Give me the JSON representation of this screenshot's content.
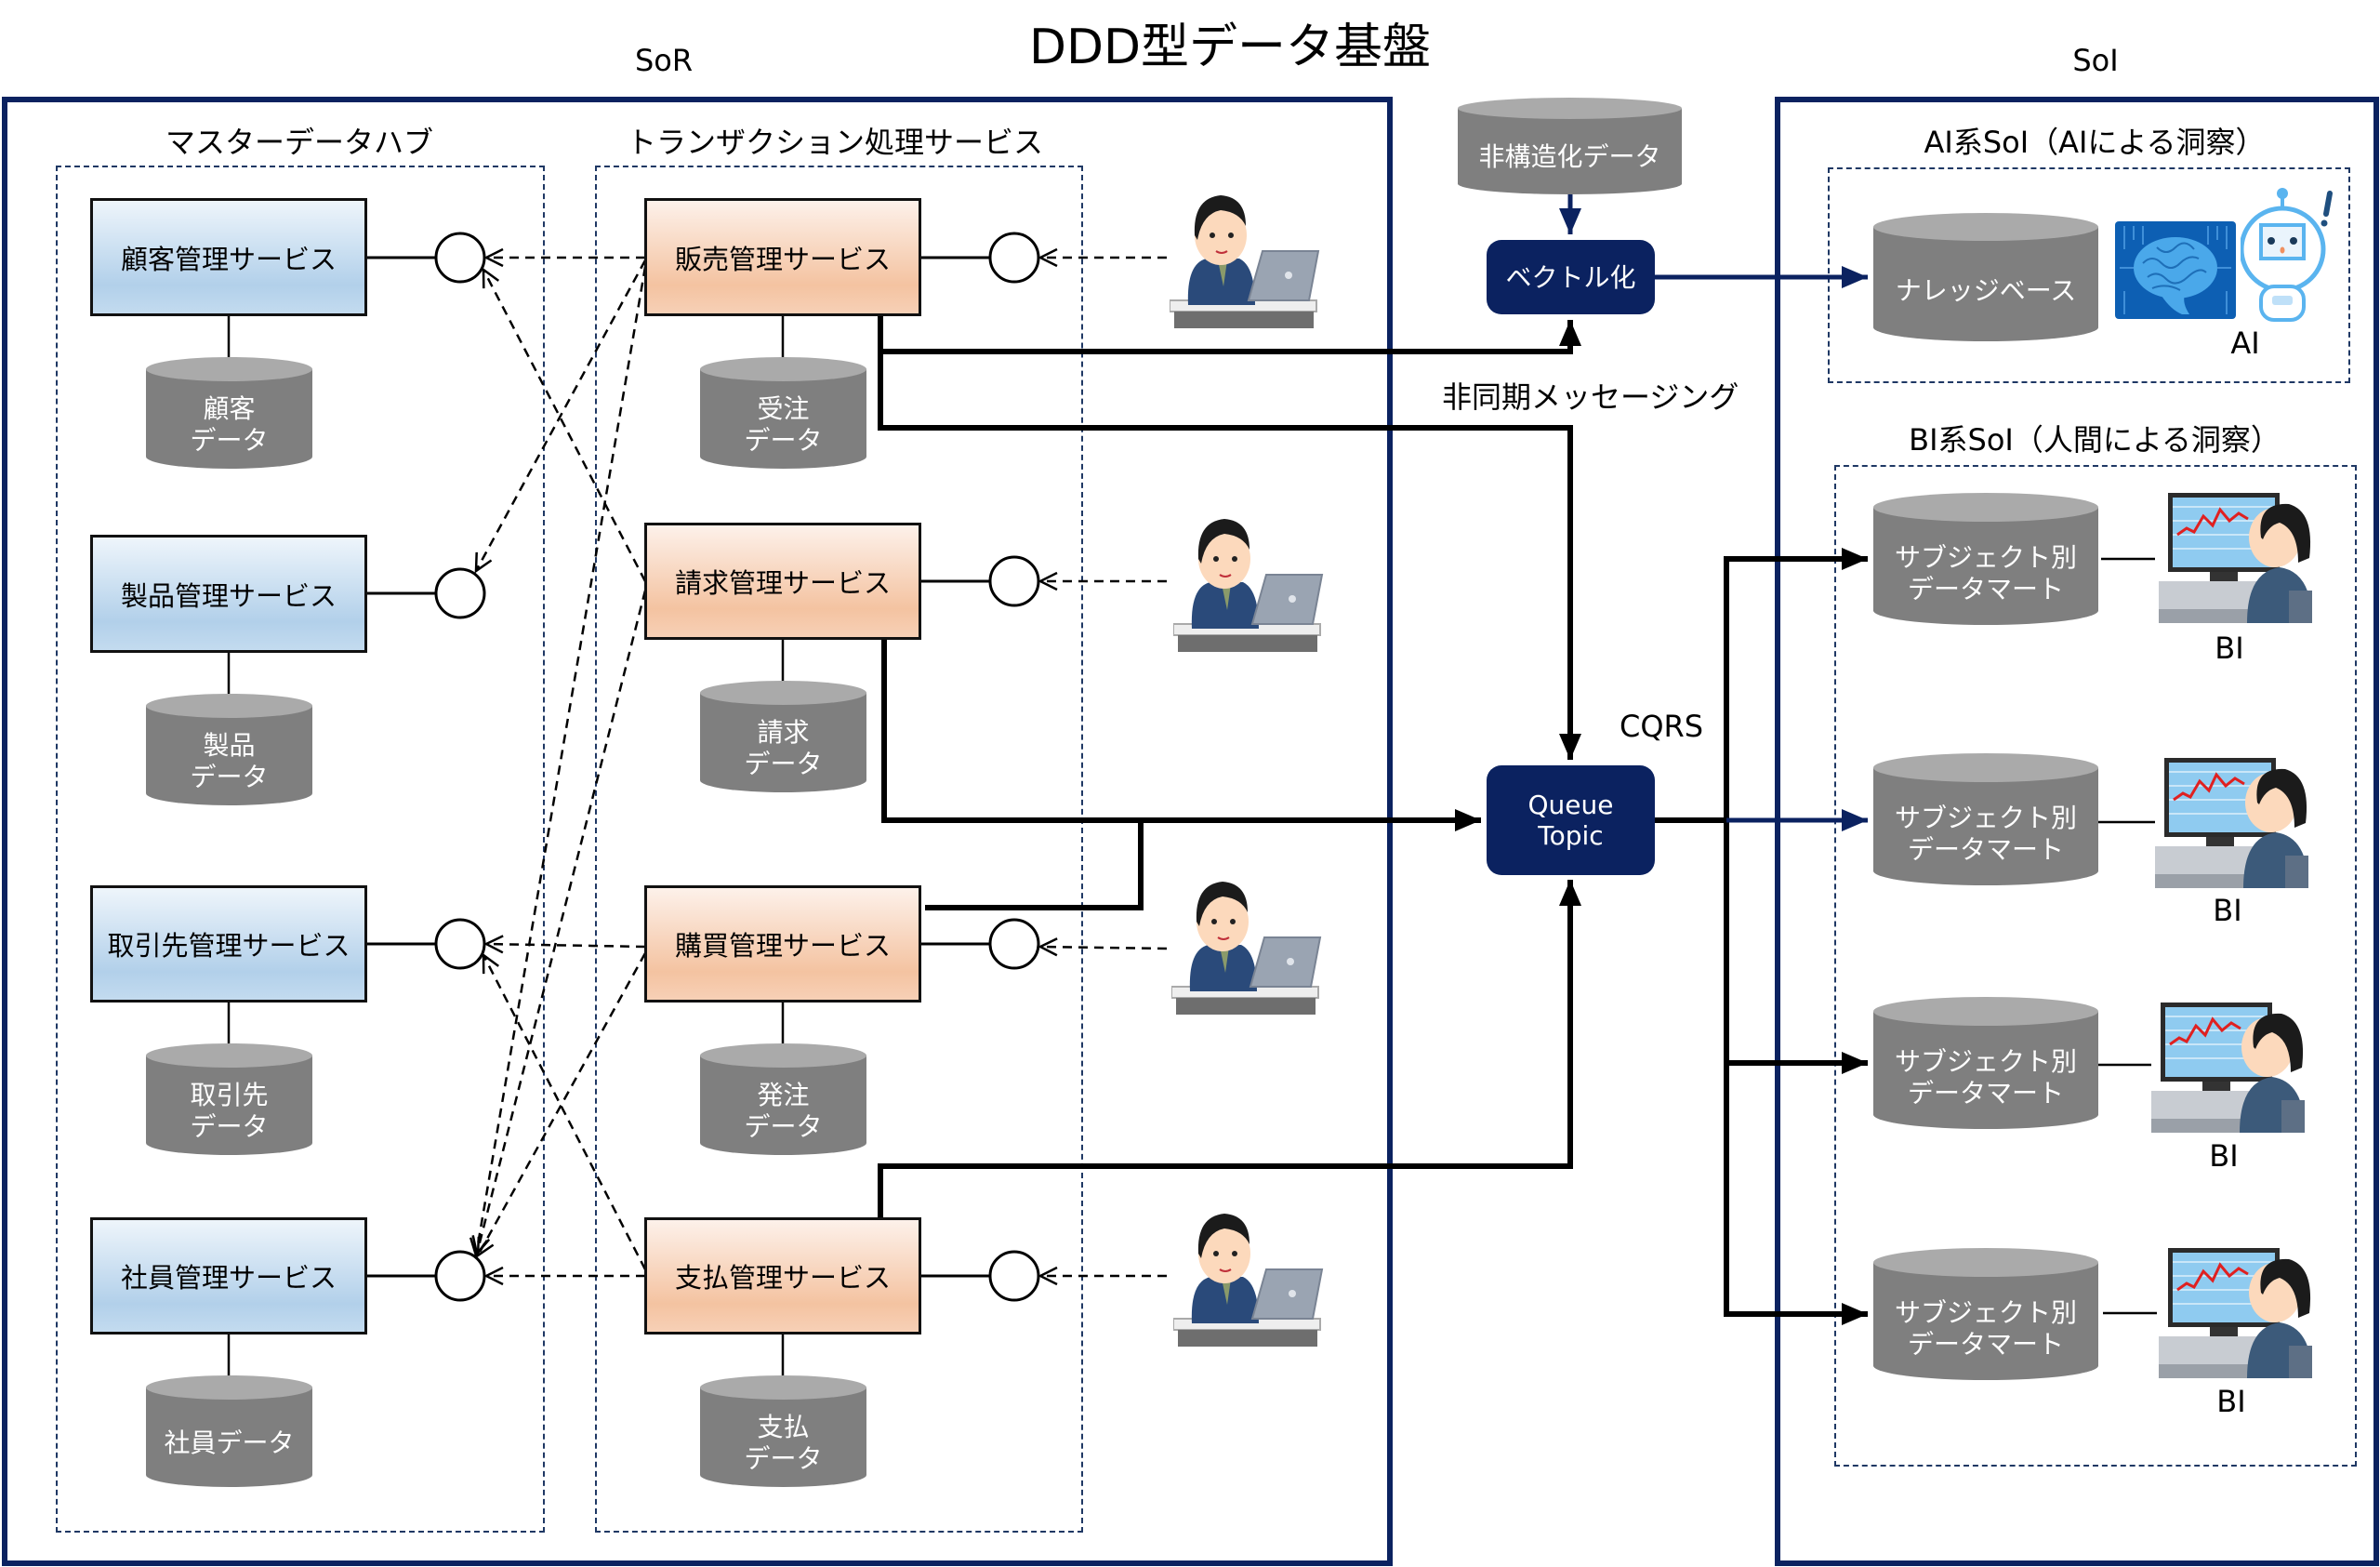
{
  "title": "DDD型データ基盤",
  "sections": {
    "sor": "SoR",
    "soi": "SoI"
  },
  "groups": {
    "master_hub": "マスターデータハブ",
    "transaction": "トランザクション処理サービス",
    "ai_soi": "AI系SoI（AIによる洞察）",
    "bi_soi": "BI系SoI（人間による洞察）"
  },
  "master_services": [
    {
      "name": "顧客管理サービス",
      "data": "顧客\nデータ"
    },
    {
      "name": "製品管理サービス",
      "data": "製品\nデータ"
    },
    {
      "name": "取引先管理サービス",
      "data": "取引先\nデータ"
    },
    {
      "name": "社員管理サービス",
      "data": "社員データ"
    }
  ],
  "transaction_services": [
    {
      "name": "販売管理サービス",
      "data": "受注\nデータ"
    },
    {
      "name": "請求管理サービス",
      "data": "請求\nデータ"
    },
    {
      "name": "購買管理サービス",
      "data": "発注\nデータ"
    },
    {
      "name": "支払管理サービス",
      "data": "支払\nデータ"
    }
  ],
  "middle": {
    "unstructured_data": "非構造化データ",
    "vectorize": "ベクトル化",
    "async_messaging": "非同期メッセージング",
    "cqrs": "CQRS",
    "queue_topic": "Queue\nTopic"
  },
  "ai": {
    "knowledge_base": "ナレッジベース",
    "ai_label": "AI",
    "icons": [
      "brain-circuit-icon",
      "robot-icon"
    ]
  },
  "bi": {
    "marts": [
      {
        "name": "サブジェクト別\nデータマート",
        "label": "BI"
      },
      {
        "name": "サブジェクト別\nデータマート",
        "label": "BI"
      },
      {
        "name": "サブジェクト別\nデータマート",
        "label": "BI"
      },
      {
        "name": "サブジェクト別\nデータマート",
        "label": "BI"
      }
    ],
    "user_icon": "analyst-at-monitor-icon"
  },
  "user_icon": "businessman-at-laptop-icon",
  "colors": {
    "frame": "#0b2260",
    "dashed": "#1f3864",
    "master_fill": "#b2d0ea",
    "transaction_fill": "#f4c3a1",
    "cylinder": "#7f7f7f",
    "navy_box": "#0b2260"
  }
}
